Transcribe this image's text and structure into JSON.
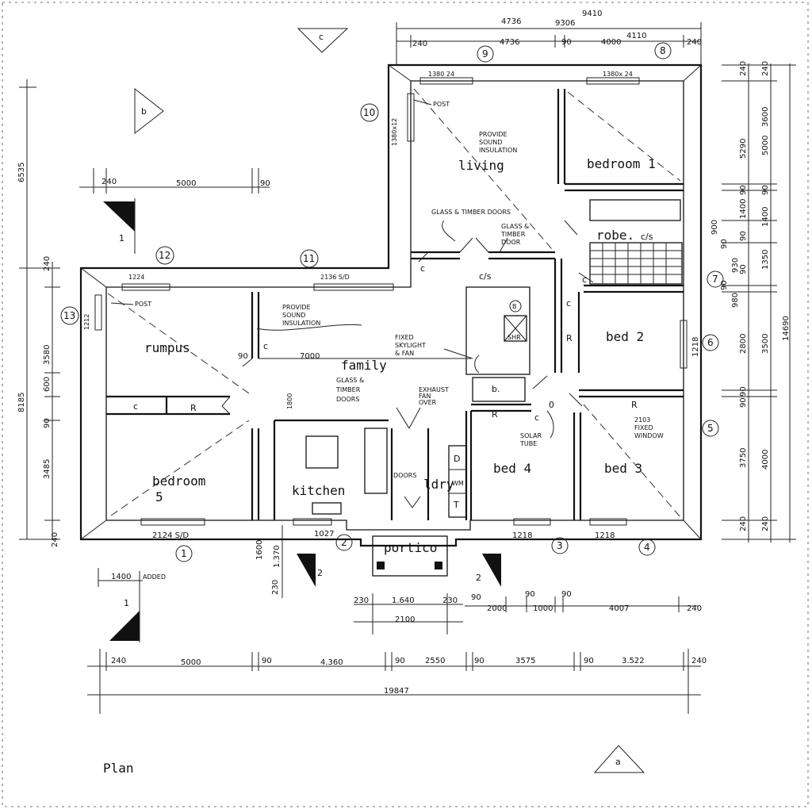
{
  "rooms": {
    "living": "living",
    "bedroom1": "bedroom 1",
    "robe": "robe.",
    "bed2": "bed 2",
    "rumpus": "rumpus",
    "family": "family",
    "bedroom5a": "bedroom",
    "bedroom5b": "5",
    "kitchen": "kitchen",
    "ldry": "ldry",
    "bed4": "bed 4",
    "bed3": "bed 3",
    "portico": "portico"
  },
  "notes": {
    "post_top": "POST",
    "post_left": "POST",
    "sound_living": [
      "PROVIDE",
      "SOUND",
      "INSULATION"
    ],
    "sound_rumpus": [
      "PROVIDE",
      "SOUND",
      "INSULATION"
    ],
    "glass_doors_living": "GLASS & TIMBER DOORS",
    "glass_door_small": [
      "GLASS &",
      "TIMBER",
      "DOOR"
    ],
    "glass_doors_kitchen": [
      "GLASS &",
      "TIMBER",
      "DOORS"
    ],
    "skylight": [
      "FIXED",
      "SKYLIGHT",
      "& FAN"
    ],
    "exhaust": [
      "EXHAUST",
      "FAN",
      "OVER"
    ],
    "solar": [
      "SOLAR",
      "TUBE"
    ],
    "fixed_window": [
      "2103",
      "FIXED",
      "WINDOW"
    ],
    "doors": "DOORS",
    "added": "ADDED",
    "plan_label": "Plan"
  },
  "fixtures": {
    "c": "c",
    "cs": "c/s",
    "r": "R",
    "b": "b.",
    "d": "D",
    "wm": "WM",
    "t": "T",
    "shr": "SHR",
    "b_circle": "B",
    "zero": "0"
  },
  "grid_markers": [
    "1",
    "2",
    "3",
    "4",
    "5",
    "6",
    "7",
    "8",
    "9",
    "10",
    "11",
    "12",
    "13"
  ],
  "elevation_markers": {
    "a": "a",
    "b": "b",
    "c": "c"
  },
  "section_markers": {
    "s1a": "1",
    "s1b": "1",
    "s2a": "2",
    "s2b": "2"
  },
  "top_dims": {
    "overall_a": "4736",
    "overall_b": "9306",
    "overall_c": "9410",
    "d1": "240",
    "d2": "4736",
    "d3": "90",
    "d4": "4000",
    "d4b": "4110",
    "d5": "240",
    "win_living": "1380 24",
    "win_bed1": "1380x 24",
    "win_side": "1380x12"
  },
  "upper_left_dims": {
    "d1": "240",
    "d2": "5000",
    "d3": "90"
  },
  "wing_dims": {
    "win_rumpus": "1224",
    "sliding": "2136 S/D",
    "family_len": "7000",
    "rumpus_side_win": "1212",
    "kitchen_height": "1800",
    "dim90": "90",
    "bed2_win": "1218"
  },
  "bottom_windows": {
    "bed5": "2124 S/D",
    "kitchen": "1027",
    "bed4": "1218",
    "bed3": "1218"
  },
  "portico_dims": {
    "v1": "1600",
    "v2": "1.370",
    "v3": "230",
    "d230a": "230",
    "d1640": "1.640",
    "d230b": "230",
    "d2100": "2100",
    "d90a": "90",
    "d2000": "2000",
    "d90b": "90",
    "d1000": "1000",
    "d90c": "90",
    "d4007": "4007",
    "d240": "240"
  },
  "added_dim": "1400",
  "bottom_dims": {
    "d1": "240",
    "d2": "5000",
    "d3": "90",
    "d4": "4.360",
    "d5": "90",
    "d6": "2550",
    "d7": "90",
    "d8": "3575",
    "d9": "90",
    "d10": "3.522",
    "d11": "240",
    "overall": "19847"
  },
  "left_dims": {
    "overall_top": "6535",
    "overall_bottom": "8185",
    "d240a": "240",
    "d3580": "3580",
    "d600": "600",
    "d90": "90",
    "d3485": "3485",
    "d240b": "240"
  },
  "right_dims": {
    "overall_top": "5290",
    "overall_bottom": "14690",
    "a240": "240",
    "a5000": "5000",
    "a90": "90",
    "a1400": "1400",
    "a90b": "90",
    "a1350": "1350",
    "a90c": "90",
    "a3500": "3500",
    "a90d": "90",
    "a4000": "4000",
    "a240b": "240",
    "b240": "240",
    "b3600": "3600",
    "b90": "90",
    "b1400": "1400",
    "b930": "930",
    "b980": "980",
    "b2800": "2800",
    "b90b": "90",
    "b3750": "3750",
    "b240b": "240",
    "c90": "90",
    "c900": "900",
    "c90b": "90"
  }
}
